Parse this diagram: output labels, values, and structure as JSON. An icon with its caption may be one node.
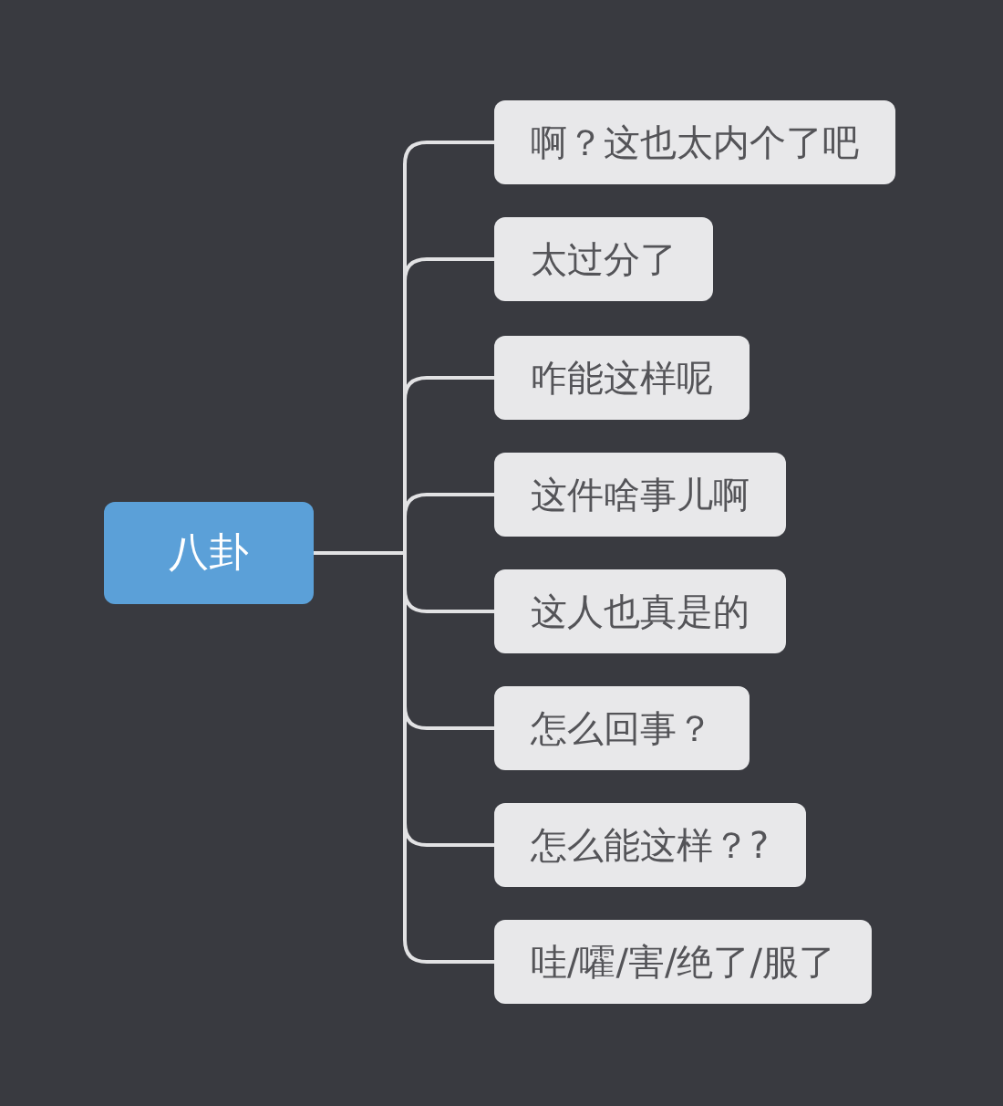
{
  "diagram": {
    "nodes": [
      {
        "text": [
          "八卦"
        ]
      },
      {
        "text": [
          "啊？这也太内个了吧"
        ]
      },
      {
        "text": [
          "太过分了"
        ]
      },
      {
        "text": [
          "咋能这样呢"
        ]
      },
      {
        "text": [
          "这件啥事儿啊"
        ]
      },
      {
        "text": [
          "这人也真是的"
        ]
      },
      {
        "text": [
          "怎么回事？"
        ]
      },
      {
        "text": [
          "怎么能这样？?"
        ]
      },
      {
        "text": [
          "哇/嚯/害/绝了/服了"
        ]
      }
    ],
    "edges": [
      {
        "from": 0,
        "to": 1,
        "arrow": "none"
      },
      {
        "from": 0,
        "to": 2,
        "arrow": "none"
      },
      {
        "from": 0,
        "to": 3,
        "arrow": "none"
      },
      {
        "from": 0,
        "to": 4,
        "arrow": "none"
      },
      {
        "from": 0,
        "to": 5,
        "arrow": "none"
      },
      {
        "from": 0,
        "to": 6,
        "arrow": "none"
      },
      {
        "from": 0,
        "to": 7,
        "arrow": "none"
      },
      {
        "from": 0,
        "to": 8,
        "arrow": "none"
      }
    ]
  }
}
